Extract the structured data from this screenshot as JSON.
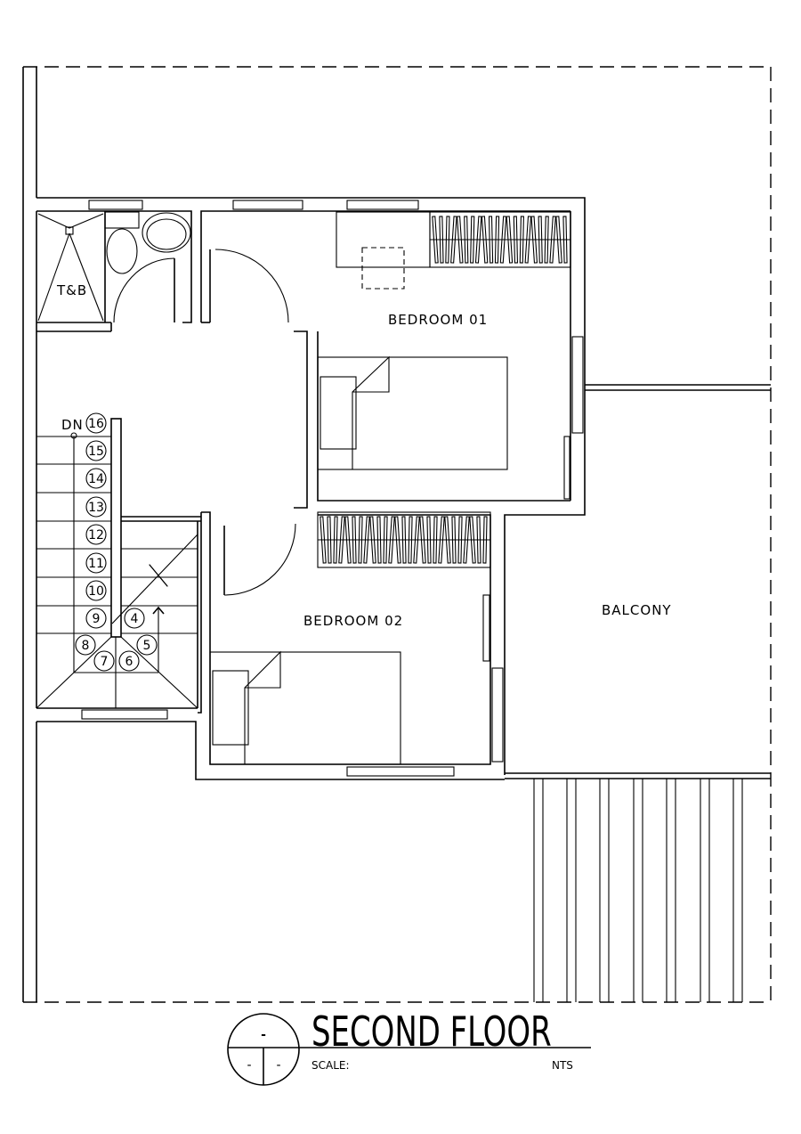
{
  "rooms": {
    "toilet_bath": "T&B",
    "bedroom_01": "BEDROOM  01",
    "bedroom_02": "BEDROOM  02",
    "balcony": "BALCONY"
  },
  "stairs": {
    "direction_label": "DN",
    "step_numbers": [
      "16",
      "15",
      "14",
      "13",
      "12",
      "11",
      "10",
      "9",
      "8",
      "7",
      "6",
      "5",
      "4"
    ]
  },
  "title_block": {
    "title": "SECOND FLOOR",
    "scale_label": "SCALE:",
    "scale_value": "NTS",
    "drawing_number": "-",
    "sheet_left": "-",
    "sheet_right": "-"
  }
}
